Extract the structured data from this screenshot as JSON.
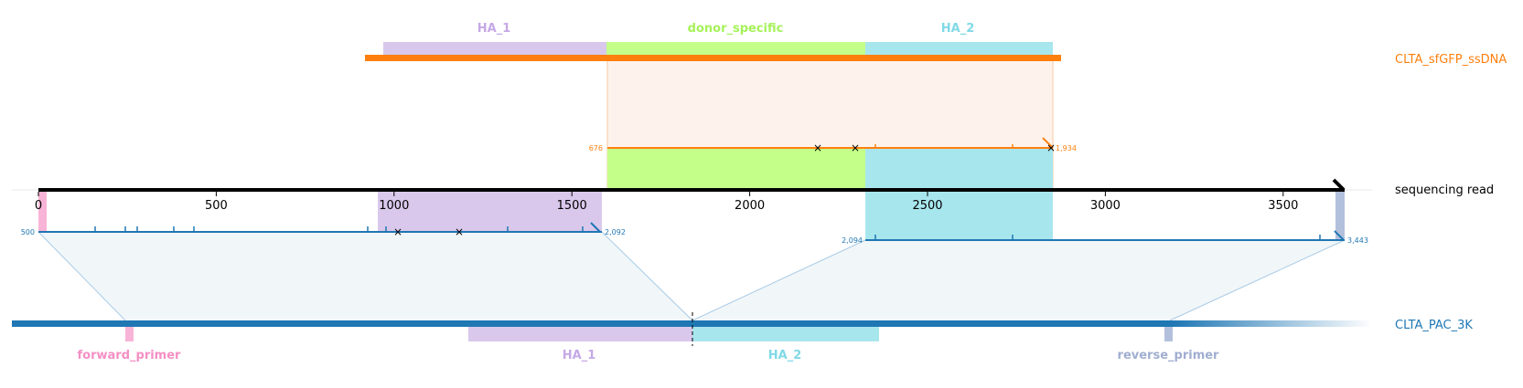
{
  "colors": {
    "read": "#000000",
    "donor": "#ff7f0e",
    "reference": "#1f77b4",
    "ha1": "#c5b0e3",
    "donor_specific": "#b7ff6e",
    "ha2": "#8fdce8",
    "forward_primer": "#f8a8d0",
    "reverse_primer": "#a8b8d8",
    "alignment_fill": "#e8f0f6",
    "donor_fill": "#fde8d8"
  },
  "targets": {
    "donor_label": "CLTA_sfGFP_ssDNA",
    "read_label": "sequencing read",
    "reference_label": "CLTA_PAC_3K"
  },
  "donor_features": {
    "ha1": "HA_1",
    "donor_specific": "donor_specific",
    "ha2": "HA_2"
  },
  "reference_features": {
    "forward_primer": "forward_primer",
    "ha1": "HA_1",
    "ha2": "HA_2",
    "reverse_primer": "reverse_primer"
  },
  "read_axis": {
    "ticks": [
      "0",
      "500",
      "1000",
      "1500",
      "2000",
      "2500",
      "3000",
      "3500"
    ]
  },
  "donor_alignment": {
    "ref_start_label": "676",
    "ref_end_label": "1,934"
  },
  "reference_alignments": [
    {
      "ref_start_label": "500",
      "ref_end_label": "2,092"
    },
    {
      "ref_start_label": "2,094",
      "ref_end_label": "3,443"
    }
  ]
}
